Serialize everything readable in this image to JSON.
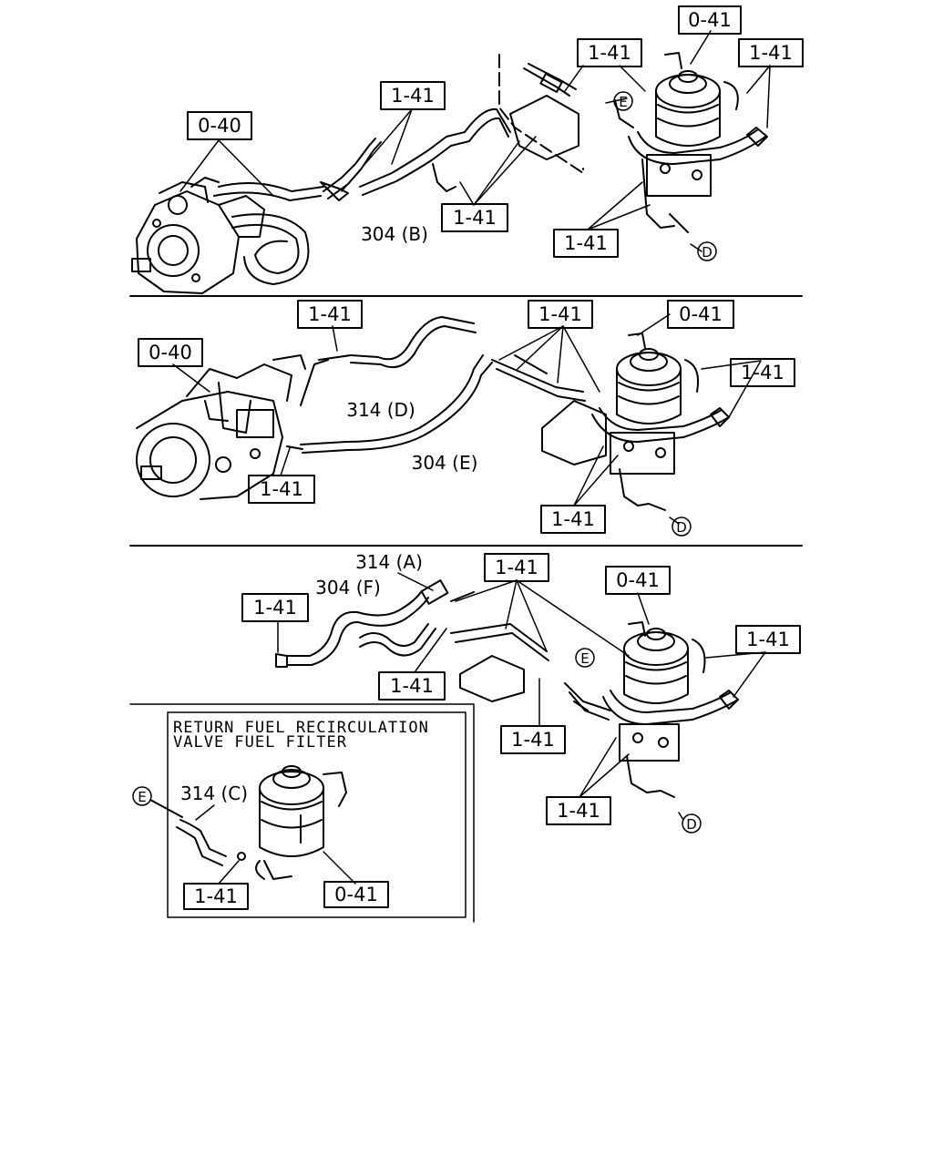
{
  "panel1": {
    "callouts": [
      "0-41",
      "1-41",
      "1-41",
      "1-41",
      "0-40",
      "1-41",
      "304 (B)",
      "1-41"
    ],
    "circles": [
      "E",
      "D"
    ]
  },
  "panel2": {
    "callouts": [
      "1-41",
      "1-41",
      "0-41",
      "0-40",
      "1-41",
      "314 (D)",
      "304 (E)",
      "1-41",
      "1-41"
    ],
    "circles": [
      "D"
    ]
  },
  "panel3": {
    "callouts": [
      "314 (A)",
      "1-41",
      "304 (F)",
      "0-41",
      "1-41",
      "1-41",
      "1-41",
      "1-41",
      "1-41"
    ],
    "circles": [
      "E",
      "D"
    ]
  },
  "inset": {
    "title_line1": "RETURN FUEL RECIRCULATION",
    "title_line2": "VALVE FUEL FILTER",
    "callouts": [
      "314 (C)",
      "1-41",
      "0-41"
    ],
    "circles": [
      "E"
    ]
  }
}
